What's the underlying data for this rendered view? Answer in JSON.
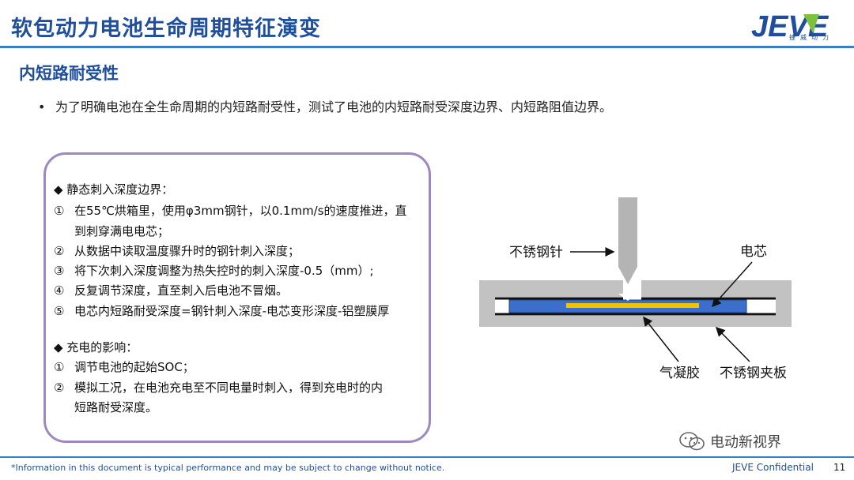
{
  "header": {
    "title": "软包动力电池生命周期特征演变",
    "logo_text": "JEVE",
    "logo_subtext": "捷威动力",
    "brand_color": "#1f4f9c"
  },
  "section": {
    "subtitle": "内短路耐受性",
    "intro_bullet": "为了明确电池在全生命周期的内短路耐受性，测试了电池的内短路耐受深度边界、内短路阻值边界。"
  },
  "box": {
    "group1": {
      "heading": "◆ 静态刺入深度边界：",
      "items": [
        {
          "num": "①",
          "text": "在55℃烘箱里，使用φ3mm钢针，以0.1mm/s的速度推进，直"
        },
        {
          "num": "",
          "text": "到刺穿满电电芯；"
        },
        {
          "num": "②",
          "text": "从数据中读取温度骤升时的钢针刺入深度；"
        },
        {
          "num": "③",
          "text": "将下次刺入深度调整为热失控时的刺入深度-0.5（mm）;"
        },
        {
          "num": "④",
          "text": "反复调节深度，直至刺入后电池不冒烟。"
        },
        {
          "num": "⑤",
          "text": "电芯内短路耐受深度=钢针刺入深度-电芯变形深度-铝塑膜厚"
        }
      ]
    },
    "group2": {
      "heading": "◆ 充电的影响：",
      "items": [
        {
          "num": "①",
          "text": "调节电池的起始SOC；"
        },
        {
          "num": "②",
          "text": "模拟工况，在电池充电至不同电量时刺入，得到充电时的内"
        },
        {
          "num": "",
          "text": "短路耐受深度。"
        }
      ]
    }
  },
  "diagram": {
    "labels": {
      "needle": "不锈钢针",
      "cell": "电芯",
      "adhesive": "气凝胶",
      "clamp": "不锈钢夹板"
    }
  },
  "footer": {
    "disclaimer": "*Information in this document is typical performance and may be subject to change without notice.",
    "confidential": "JEVE Confidential",
    "page": "11",
    "watermark": "电动新视界"
  }
}
